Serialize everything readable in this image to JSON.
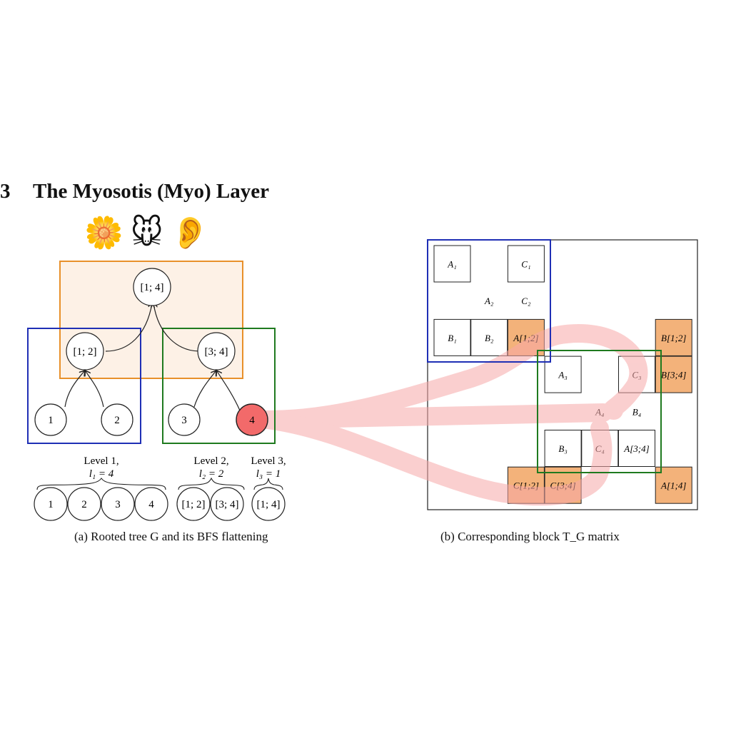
{
  "section": {
    "number": "3",
    "title": "The Myosotis (Myo) Layer"
  },
  "emojis": [
    {
      "glyph": "🌼",
      "icon": "forget-me-not-flower-icon"
    },
    {
      "glyph": "🐭",
      "icon": "mouse-face-icon"
    },
    {
      "glyph": "👂",
      "icon": "ear-icon"
    }
  ],
  "tree": {
    "root": "[1; 4]",
    "mid_left": "[1; 2]",
    "mid_right": "[3; 4]",
    "leaves": [
      "1",
      "2",
      "3",
      "4"
    ],
    "highlighted_leaf": "4"
  },
  "levels": [
    {
      "title": "Level 1,",
      "formula": "l₁ = 4",
      "nodes": [
        "1",
        "2",
        "3",
        "4"
      ]
    },
    {
      "title": "Level 2,",
      "formula": "l₂ = 2",
      "nodes": [
        "[1; 2]",
        "[3; 4]"
      ]
    },
    {
      "title": "Level 3,",
      "formula": "l₃ = 1",
      "nodes": [
        "[1; 4]"
      ]
    }
  ],
  "caption_a": "(a) Rooted tree G and its BFS flattening",
  "caption_b": "(b) Corresponding block T_G matrix",
  "matrix": {
    "cells": [
      {
        "label": "A₁",
        "row": 0,
        "col": 0,
        "fill": "white"
      },
      {
        "label": "C₁",
        "row": 0,
        "col": 2,
        "fill": "white"
      },
      {
        "label": "A₂",
        "row": 1,
        "col": 1,
        "fill": "none"
      },
      {
        "label": "C₂",
        "row": 1,
        "col": 2,
        "fill": "none"
      },
      {
        "label": "B₁",
        "row": 2,
        "col": 0,
        "fill": "white"
      },
      {
        "label": "B₂",
        "row": 2,
        "col": 1,
        "fill": "white"
      },
      {
        "label": "A[1;2]",
        "row": 2,
        "col": 2,
        "fill": "orange"
      },
      {
        "label": "B[1;2]",
        "row": 2,
        "col": 6,
        "fill": "orange"
      },
      {
        "label": "A₃",
        "row": 3,
        "col": 3,
        "fill": "white"
      },
      {
        "label": "C₃",
        "row": 3,
        "col": 5,
        "fill": "white"
      },
      {
        "label": "B[3;4]",
        "row": 3,
        "col": 6,
        "fill": "orange"
      },
      {
        "label": "A₄",
        "row": 4,
        "col": 4,
        "fill": "none"
      },
      {
        "label": "B₄",
        "row": 4,
        "col": 5,
        "fill": "none"
      },
      {
        "label": "B₃",
        "row": 5,
        "col": 3,
        "fill": "white"
      },
      {
        "label": "C₄",
        "row": 5,
        "col": 4,
        "fill": "white"
      },
      {
        "label": "A[3;4]",
        "row": 5,
        "col": 5,
        "fill": "white"
      },
      {
        "label": "C[1;2]",
        "row": 6,
        "col": 2,
        "fill": "orange"
      },
      {
        "label": "C[3;4]",
        "row": 6,
        "col": 3,
        "fill": "orange"
      },
      {
        "label": "A[1;4]",
        "row": 6,
        "col": 6,
        "fill": "orange"
      }
    ]
  },
  "colors": {
    "blue_box": "#1f2fb5",
    "green_box": "#1f7a1f",
    "orange_box": "#e8902a",
    "orange_fill": "#f3b27a",
    "orange_box_fill": "#fdf1e6",
    "highlight_red": "#f26a6a",
    "band_pink": "#f7b5b5"
  }
}
